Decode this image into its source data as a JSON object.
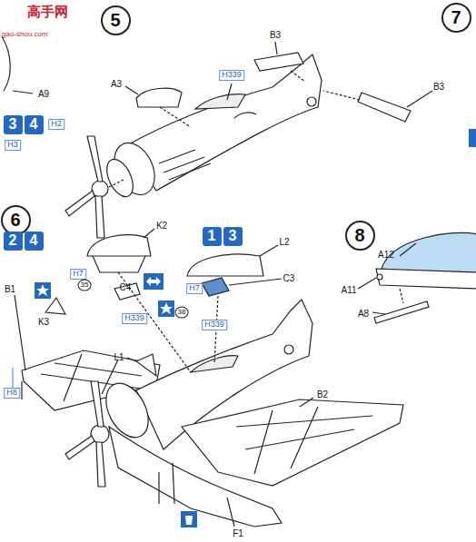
{
  "diagram": {
    "nodes": [
      {
        "text": [
          "5"
        ]
      },
      {
        "text": [
          "7"
        ]
      },
      {
        "text": [
          "3"
        ]
      },
      {
        "text": [
          "4"
        ]
      },
      {
        "text": [
          "6"
        ]
      },
      {
        "text": [
          "2"
        ]
      },
      {
        "text": [
          "4"
        ]
      },
      {
        "text": [
          "1"
        ]
      },
      {
        "text": [
          "3"
        ]
      },
      {
        "text": [
          "8"
        ]
      }
    ],
    "labels": [
      "高手网",
      "gao-shou.com",
      "A9",
      "H2",
      "H3",
      "A3",
      "H339",
      "B3",
      "B3",
      "K2",
      "H7",
      "35",
      "C4",
      "K3",
      "H339",
      "L2",
      "C3",
      "H7",
      "38",
      "H339",
      "B1",
      "H8",
      "L1",
      "B2",
      "F1",
      "A12",
      "A11",
      "A8"
    ]
  }
}
